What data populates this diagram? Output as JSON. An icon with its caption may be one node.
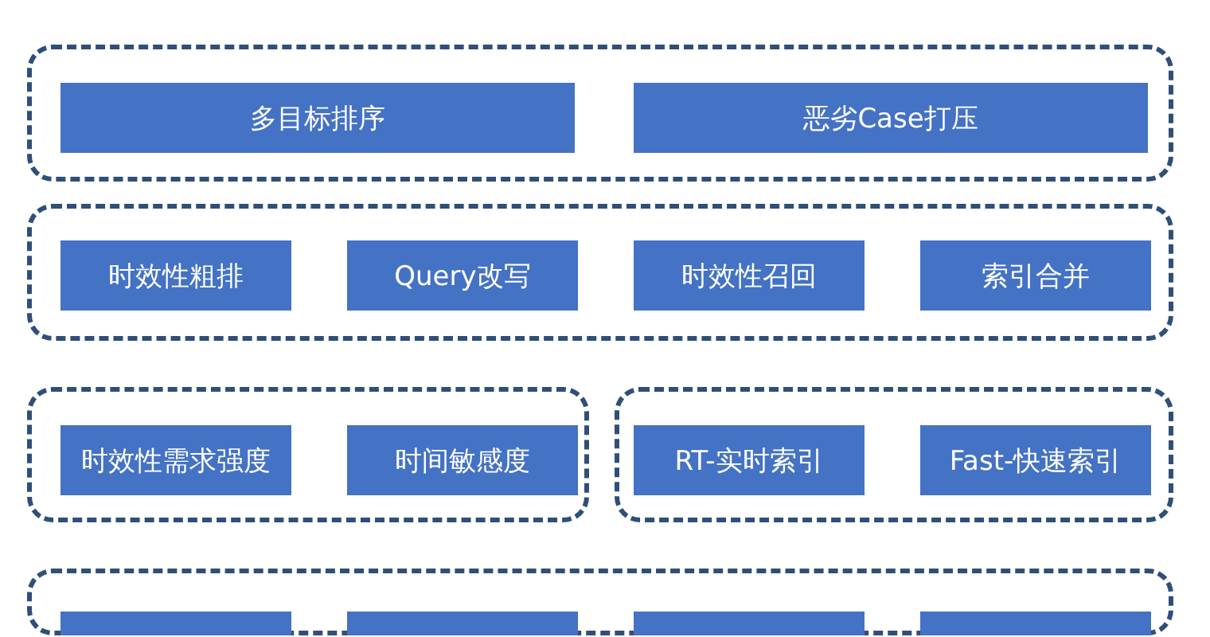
{
  "diagram": {
    "nodes": [
      {
        "text": [],
        "shape": "box"
      },
      {
        "text": [
          "多目标排序"
        ],
        "in": 0
      },
      {
        "text": [
          "恶劣Case打压"
        ],
        "in": 0
      },
      {
        "text": [],
        "shape": "box"
      },
      {
        "text": [
          "时效性粗排"
        ],
        "in": 3
      },
      {
        "text": [
          "Query改写"
        ],
        "in": 3
      },
      {
        "text": [
          "时效性召回"
        ],
        "in": 3
      },
      {
        "text": [
          "索引合并"
        ],
        "in": 3
      },
      {
        "text": [],
        "shape": "box"
      },
      {
        "text": [
          "时效性需求强度"
        ],
        "in": 8
      },
      {
        "text": [
          "时间敏感度"
        ],
        "in": 8
      },
      {
        "text": [],
        "shape": "box"
      },
      {
        "text": [
          "RT-实时索引"
        ],
        "in": 11
      },
      {
        "text": [
          "Fast-快速索引"
        ],
        "in": 11
      },
      {
        "text": [],
        "shape": "box"
      },
      {
        "text": [],
        "shape": "box",
        "in": 14
      },
      {
        "text": [],
        "shape": "box",
        "in": 14
      },
      {
        "text": [],
        "shape": "box",
        "in": 14
      },
      {
        "text": [],
        "shape": "box",
        "in": 14
      }
    ]
  }
}
